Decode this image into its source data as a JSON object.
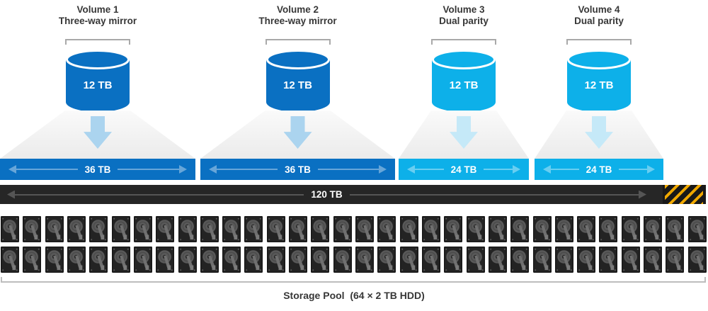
{
  "volumes": [
    {
      "name": "Volume 1",
      "resiliency": "Three-way mirror",
      "size": "12 TB",
      "footprint": "36 TB",
      "type": "mirror"
    },
    {
      "name": "Volume 2",
      "resiliency": "Three-way mirror",
      "size": "12 TB",
      "footprint": "36 TB",
      "type": "mirror"
    },
    {
      "name": "Volume 3",
      "resiliency": "Dual parity",
      "size": "12 TB",
      "footprint": "24 TB",
      "type": "parity"
    },
    {
      "name": "Volume 4",
      "resiliency": "Dual parity",
      "size": "12 TB",
      "footprint": "24 TB",
      "type": "parity"
    }
  ],
  "pool": {
    "total": "120 TB",
    "label": "Storage Pool  (64 × 2 TB HDD)",
    "disk_rows": 2,
    "disks_per_row": 32
  },
  "colors": {
    "mirror_blue": "#0a70c2",
    "parity_cyan": "#0db0e9",
    "pool_bar_dark": "#262626",
    "hazard_yellow": "#f0a800",
    "funnel_gray": "#ebebeb",
    "title_text": "#373737"
  }
}
